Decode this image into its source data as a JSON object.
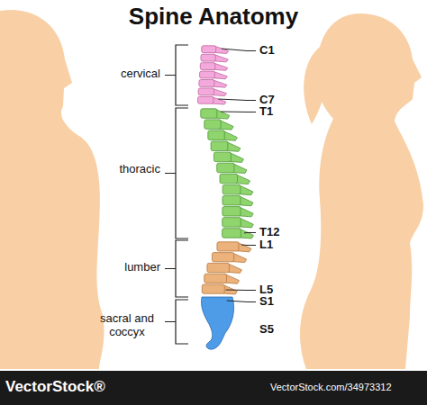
{
  "diagram": {
    "title": "Spine Anatomy",
    "labels": [
      "cervical",
      "thoracic",
      "lumber",
      "sacral and coccyx",
      "C1",
      "C7",
      "T1",
      "T12",
      "L1",
      "L5",
      "S1",
      "S5",
      "VectorStock®",
      "VectorStock.com/34973312"
    ]
  }
}
